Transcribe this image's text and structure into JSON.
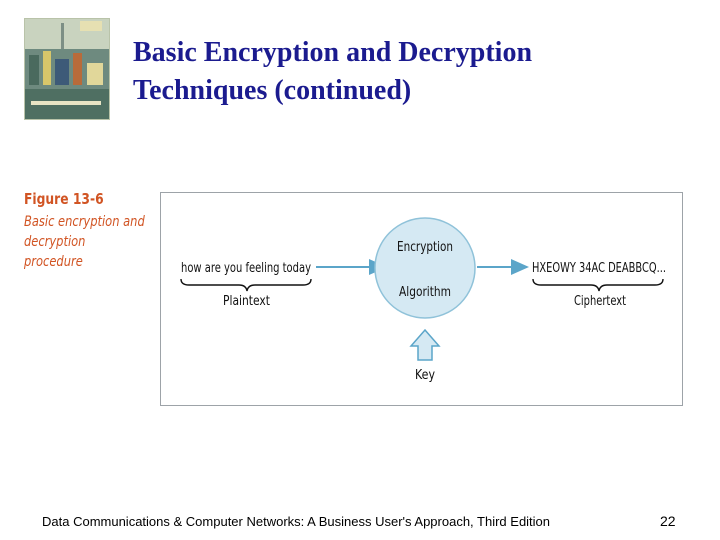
{
  "slide": {
    "title_line1": "Basic Encryption and Decryption",
    "title_line2": "Techniques (continued)"
  },
  "figure": {
    "number": "Figure 13-6",
    "caption": "Basic encryption and decryption procedure",
    "plaintext_input": "how are you feeling today",
    "plaintext_label": "Plaintext",
    "algorithm_top": "Encryption",
    "algorithm_bottom": "Algorithm",
    "ciphertext_output": "HXEOWY 34AC DEABBCQ...",
    "ciphertext_label": "Ciphertext",
    "key_label": "Key"
  },
  "footer": {
    "text": "Data Communications & Computer Networks: A Business User's Approach, Third Edition",
    "page": "22"
  },
  "colors": {
    "title": "#1b1b8f",
    "caption": "#d15423",
    "circle_fill": "#d5e9f3",
    "circle_stroke": "#8fc2d9",
    "arrow": "#5ba5c9"
  }
}
